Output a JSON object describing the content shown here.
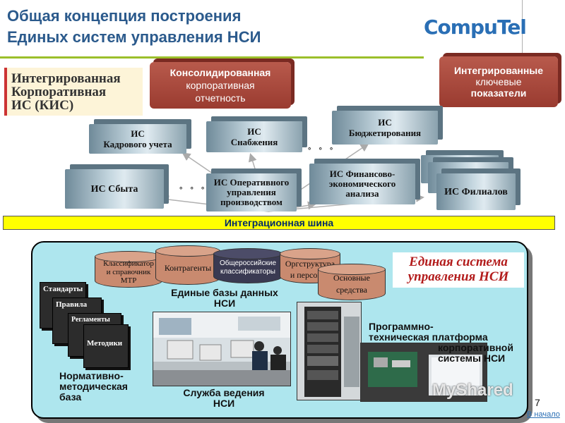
{
  "title": {
    "line1": "Общая концепция построения",
    "line2": "Единых систем управления НСИ"
  },
  "logo": "CompuTel",
  "kis": {
    "line1": "Интегрированная",
    "line2": "Корпоративная",
    "line3": "ИС (КИС)"
  },
  "top_boxes": {
    "consolidated": {
      "line1": "Консолидированная",
      "line2": "корпоративная",
      "line3": "отчетность"
    },
    "kpi": {
      "line1": "Интегрированные",
      "line2": "ключевые",
      "line3": "показатели"
    }
  },
  "systems": {
    "hr": {
      "line1": "ИС",
      "line2": "Кадрового учета"
    },
    "supply": {
      "line1": "ИС",
      "line2": "Снабжения"
    },
    "budget": {
      "line1": "ИС",
      "line2": "Бюджетирования"
    },
    "sales": {
      "line1": "ИС Сбыта"
    },
    "production": {
      "line1": "ИС Оперативного",
      "line2": "управления",
      "line3": "производством"
    },
    "finance": {
      "line1": "ИС Финансово-",
      "line2": "экономического",
      "line3": "анализа"
    },
    "branches": {
      "line1": "ИС Филиалов"
    }
  },
  "dots": "° ° °",
  "bus": "Интеграционная шина",
  "nsi": {
    "line1": "Единая система",
    "line2": "управления НСИ"
  },
  "databases": {
    "mtr": {
      "line1": "Классификатор",
      "line2": "и справочник",
      "line3": "МТР"
    },
    "contractors": {
      "line1": "Контрагенты"
    },
    "okk": {
      "line1": "Общероссийские",
      "line2": "классификаторы"
    },
    "orgstructure": {
      "line1": "Оргструктура",
      "line2": "и персонал"
    },
    "assets": {
      "line1": "Основные",
      "line2": "средства"
    }
  },
  "stack": [
    "Стандарты",
    "Правила",
    "Регламенты",
    "Методики"
  ],
  "captions": {
    "db_title_1": "Единые базы данных",
    "db_title_2": "НСИ",
    "normative_1": "Нормативно-",
    "normative_2": "методическая",
    "normative_3": "база",
    "service_1": "Служба ведения",
    "service_2": "НСИ",
    "platform_1": "Программно-",
    "platform_2": "техническая платформа",
    "platform_3": "корпоративной",
    "platform_4": "системы НСИ"
  },
  "page_number": "7",
  "back_link": "В начало",
  "watermark": "MyShared"
}
